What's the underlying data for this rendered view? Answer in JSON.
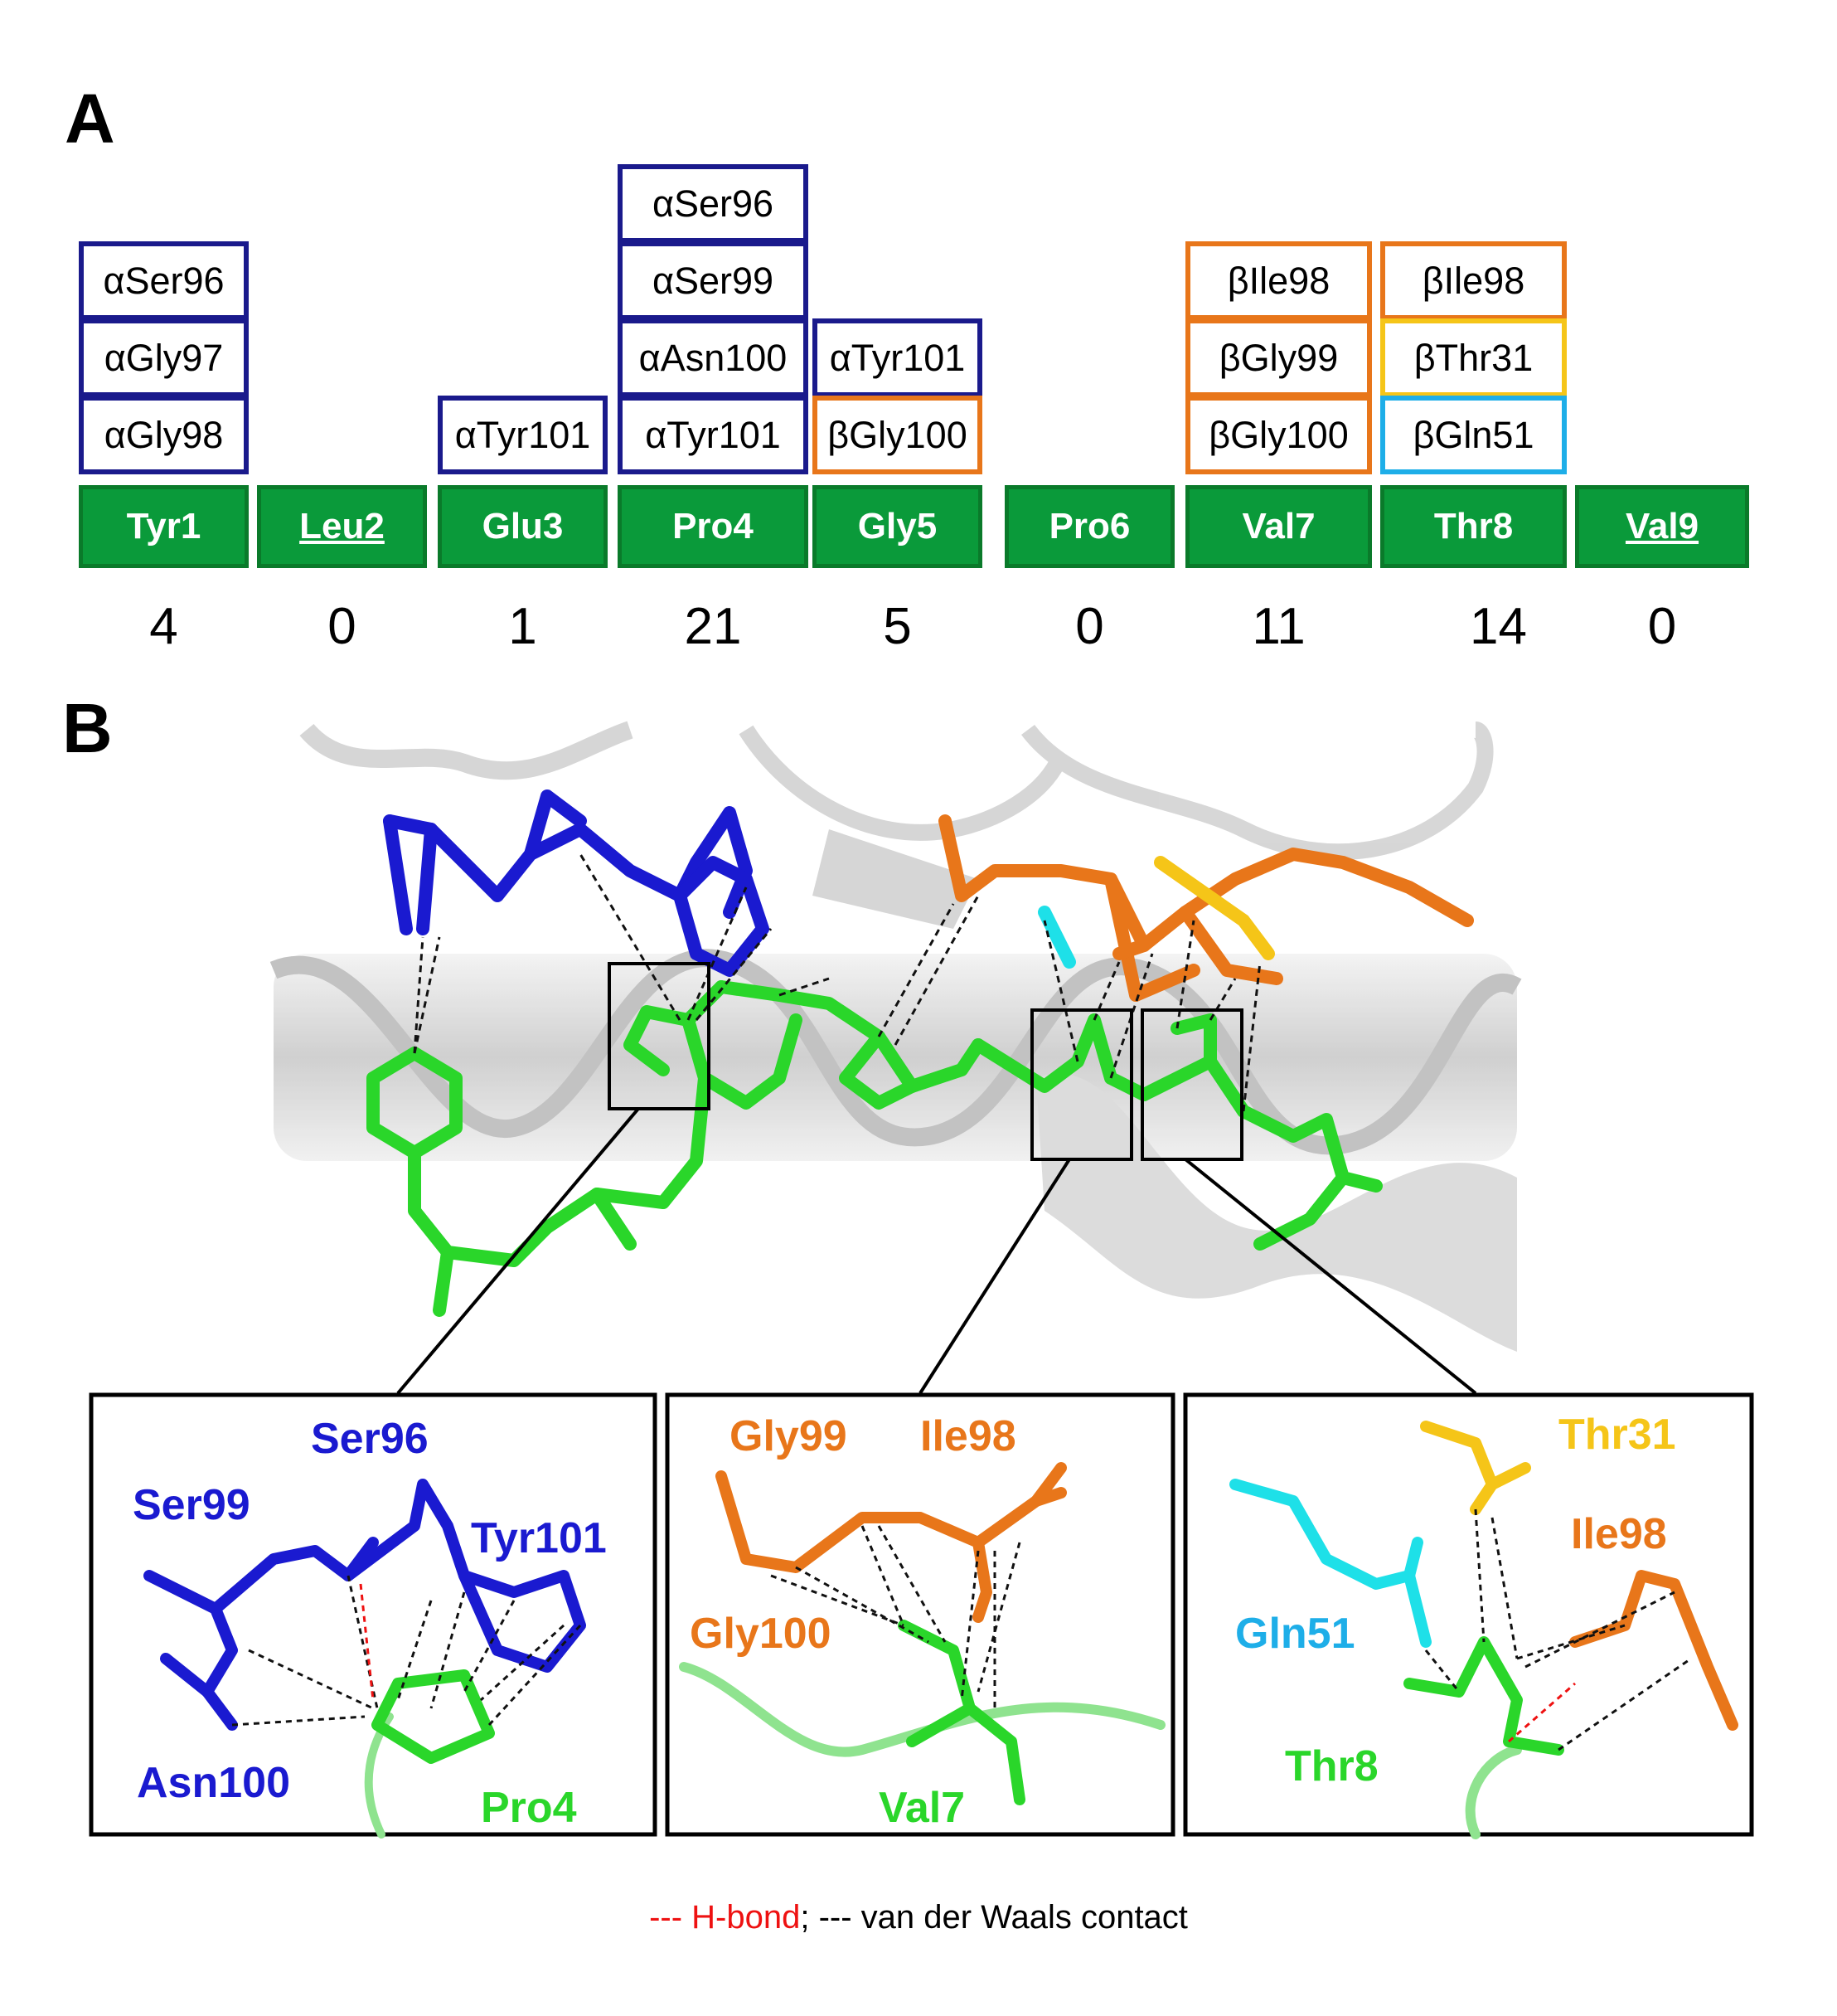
{
  "panel_a": {
    "letter": "A",
    "residues": [
      {
        "label": "Tyr1",
        "underlined": false,
        "count": "4",
        "contacts": [
          {
            "text": "αSer96",
            "color": "#1a1a8c"
          },
          {
            "text": "αGly97",
            "color": "#1a1a8c"
          },
          {
            "text": "αGly98",
            "color": "#1a1a8c"
          }
        ]
      },
      {
        "label": "Leu2",
        "underlined": true,
        "count": "0",
        "contacts": []
      },
      {
        "label": "Glu3",
        "underlined": false,
        "count": "1",
        "contacts": [
          {
            "text": "αTyr101",
            "color": "#1a1a8c"
          }
        ]
      },
      {
        "label": "Pro4",
        "underlined": false,
        "count": "21",
        "contacts": [
          {
            "text": "αSer96",
            "color": "#1a1a8c"
          },
          {
            "text": "αSer99",
            "color": "#1a1a8c"
          },
          {
            "text": "αAsn100",
            "color": "#1a1a8c"
          },
          {
            "text": "αTyr101",
            "color": "#1a1a8c"
          }
        ]
      },
      {
        "label": "Gly5",
        "underlined": false,
        "count": "5",
        "contacts": [
          {
            "text": "αTyr101",
            "color": "#1a1a8c"
          },
          {
            "text": "βGly100",
            "color": "#e8761a"
          }
        ]
      },
      {
        "label": "Pro6",
        "underlined": false,
        "count": "0",
        "contacts": []
      },
      {
        "label": "Val7",
        "underlined": false,
        "count": "11",
        "contacts": [
          {
            "text": "βIle98",
            "color": "#e8761a"
          },
          {
            "text": "βGly99",
            "color": "#e8761a"
          },
          {
            "text": "βGly100",
            "color": "#e8761a"
          }
        ]
      },
      {
        "label": "Thr8",
        "underlined": false,
        "count": "14",
        "contacts": [
          {
            "text": "βIle98",
            "color": "#e8761a"
          },
          {
            "text": "βThr31",
            "color": "#f5c518"
          },
          {
            "text": "βGln51",
            "color": "#1eaee8"
          }
        ]
      },
      {
        "label": "Val9",
        "underlined": true,
        "count": "0",
        "contacts": []
      }
    ]
  },
  "panel_b": {
    "letter": "B",
    "insets": [
      {
        "labels": [
          {
            "text": "Ser96",
            "color": "#1a1ad0"
          },
          {
            "text": "Ser99",
            "color": "#1a1ad0"
          },
          {
            "text": "Tyr101",
            "color": "#1a1ad0"
          },
          {
            "text": "Asn100",
            "color": "#1a1ad0"
          },
          {
            "text": "Pro4",
            "color": "#2ad62a"
          }
        ]
      },
      {
        "labels": [
          {
            "text": "Gly99",
            "color": "#e8761a"
          },
          {
            "text": "Ile98",
            "color": "#e8761a"
          },
          {
            "text": "Gly100",
            "color": "#e8761a"
          },
          {
            "text": "Val7",
            "color": "#2ad62a"
          }
        ]
      },
      {
        "labels": [
          {
            "text": "Thr31",
            "color": "#f5c518"
          },
          {
            "text": "Ile98",
            "color": "#e8761a"
          },
          {
            "text": "Gln51",
            "color": "#1eaee8"
          },
          {
            "text": "Thr8",
            "color": "#2ad62a"
          }
        ]
      }
    ]
  },
  "legend": {
    "hbond": "--- H-bond",
    "sep": ";",
    "vdw": " --- van der Waals contact"
  }
}
